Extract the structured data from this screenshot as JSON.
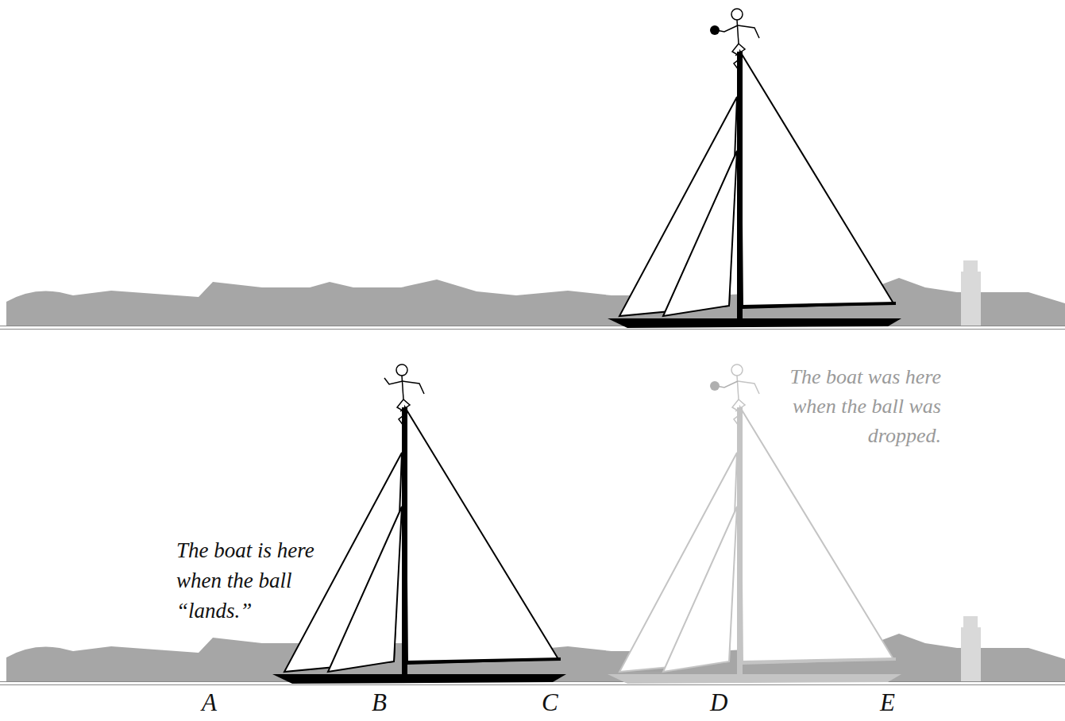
{
  "diagram": {
    "labels": [
      "The boat was here when the ball was dropped.",
      "The boat is here when the ball “lands.”",
      "A",
      "B",
      "C",
      "D",
      "E"
    ]
  }
}
